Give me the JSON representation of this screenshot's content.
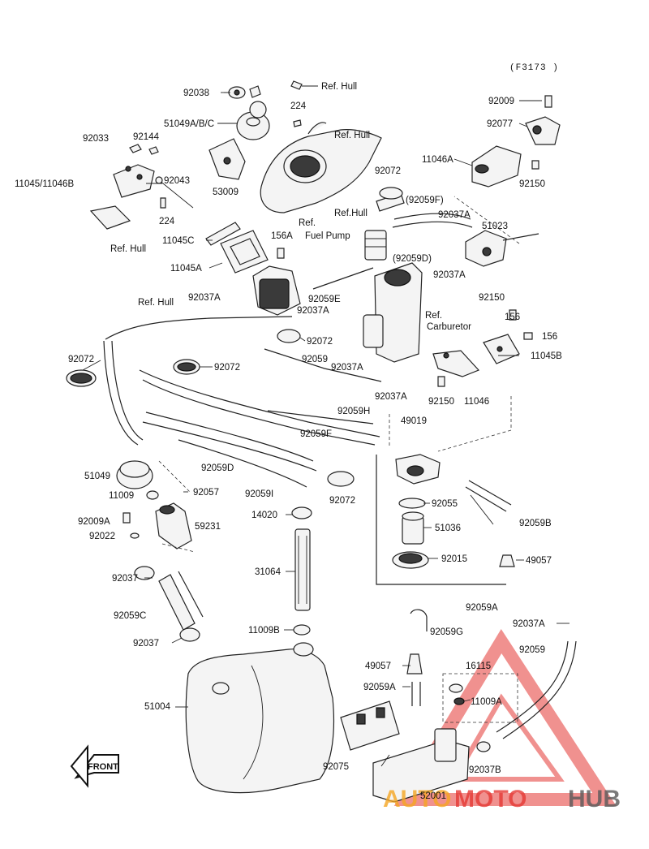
{
  "figure_code": "(F3173 )",
  "labels": {
    "l92038": "92038",
    "l92038_ref": "Ref. Hull",
    "l224a": "224",
    "l51049abc": "51049A/B/C",
    "l_refhull_top": "Ref. Hull",
    "l92033": "92033",
    "l92144": "92144",
    "l11045_11046b": "11045/11046B",
    "l92043": "92043",
    "l53009": "53009",
    "l224b": "224",
    "l_refhull_left": "Ref. Hull",
    "l92072a": "92072",
    "l92059f_paren": "(92059F)",
    "l_refhull_mid": "Ref.Hull",
    "l92037a_1": "92037A",
    "l51023": "51023",
    "l11045c": "11045C",
    "l156a": "156A",
    "l_ref_pump": "Ref.",
    "l_fuel_pump": "Fuel Pump",
    "l11045a": "11045A",
    "l92059d_paren": "(92059D)",
    "l92037a_2": "92037A",
    "l92150a": "92150",
    "l92037a_3": "92037A",
    "l92037a_4": "92037A",
    "l92059e": "92059E",
    "l_ref_carb": "Ref.",
    "l_carburetor": "Carburetor",
    "l_refhull_hose": "Ref. Hull",
    "l156a2": "156",
    "l156b": "156",
    "l11045b": "11045B",
    "l92009": "92009",
    "l92077": "92077",
    "l11046a": "11046A",
    "l92150b": "92150",
    "l92072b": "92072",
    "l92072c": "92072",
    "l92072d": "92072",
    "l92059": "92059",
    "l92037a_5": "92037A",
    "l92037a_6": "92037A",
    "l92150c": "92150",
    "l11046": "11046",
    "l92059h": "92059H",
    "l92059f": "92059F",
    "l49019": "49019",
    "l51049": "51049",
    "l92059d": "92059D",
    "l11009": "11009",
    "l92057": "92057",
    "l92059i": "92059I",
    "l92072e": "92072",
    "l92055": "92055",
    "l92009a": "92009A",
    "l14020": "14020",
    "l51036": "51036",
    "l92059b": "92059B",
    "l92022": "92022",
    "l59231": "59231",
    "l92015": "92015",
    "l49057a": "49057",
    "l92037a": "92037",
    "l31064": "31064",
    "l92059a": "92059A",
    "l92059c": "92059C",
    "l92059g": "92059G",
    "l92037a_7": "92037A",
    "l11009b": "11009B",
    "l92037b_": "92037",
    "l92059_r": "92059",
    "l49057b": "49057",
    "l16115": "16115",
    "l51004": "51004",
    "l92059a_2": "92059A",
    "l11009a": "11009A",
    "l92075": "92075",
    "l92037b": "92037B",
    "l52001": "52001"
  },
  "front_badge": "FRONT",
  "watermark": {
    "left": "AUTO",
    "mid": "MOTO",
    "right": "HUB"
  },
  "colors": {
    "line": "#222222",
    "watermark_red": "#d32f2f",
    "watermark_orange": "#f5a623",
    "watermark_gray": "#5a5a5a"
  }
}
